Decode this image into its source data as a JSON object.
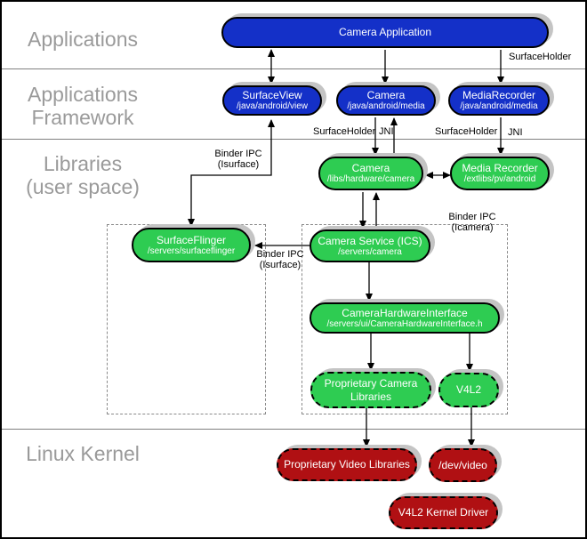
{
  "sections": {
    "applications": "Applications",
    "framework_line1": "Applications",
    "framework_line2": "Framework",
    "libraries_line1": "Libraries",
    "libraries_line2": "(user space)",
    "kernel": "Linux Kernel"
  },
  "boxes": {
    "camera_application": {
      "title": "Camera Application"
    },
    "surface_view": {
      "title": "SurfaceView",
      "subtitle": "/java/android/view"
    },
    "camera_java": {
      "title": "Camera",
      "subtitle": "/java/android/media"
    },
    "media_recorder_java": {
      "title": "MediaRecorder",
      "subtitle": "/java/android/media"
    },
    "camera_lib": {
      "title": "Camera",
      "subtitle": "/libs/hardware/camera"
    },
    "media_recorder_lib": {
      "title": "Media Recorder",
      "subtitle": "/extlibs/pv/android"
    },
    "surface_flinger": {
      "title": "SurfaceFlinger",
      "subtitle": "/servers/surfaceflinger"
    },
    "camera_service": {
      "title": "Camera Service (ICS)",
      "subtitle": "/servers/camera"
    },
    "camera_hardware_interface": {
      "title": "CameraHardwareInterface",
      "subtitle": "/servers/ui/CameraHardwareInterface.h"
    },
    "proprietary_camera_libraries": {
      "title": "Proprietary Camera Libraries"
    },
    "v4l2": {
      "title": "V4L2"
    },
    "proprietary_video_libraries": {
      "title": "Proprietary Video Libraries"
    },
    "dev_video": {
      "title": "/dev/video"
    },
    "v4l2_kernel_driver": {
      "title": "V4L2 Kernel Driver"
    }
  },
  "edge_labels": {
    "surface_holder_top": "SurfaceHolder",
    "binder_ipc_isurface_top_line1": "Binder IPC",
    "binder_ipc_isurface_top_line2": "(Isurface)",
    "surface_holder_camera": "SurfaceHolder",
    "jni_camera": "JNI",
    "surface_holder_media": "SurfaceHolder",
    "jni_media": "JNI",
    "binder_ipc_icamera_line1": "Binder IPC",
    "binder_ipc_icamera_line2": "(Icamera)",
    "binder_ipc_isurface_mid_line1": "Binder IPC",
    "binder_ipc_isurface_mid_line2": "(Isurface)"
  },
  "colors": {
    "blue": "#1430C8",
    "green": "#2ECC52",
    "red": "#B01013",
    "shadow": "#C4C4C4",
    "section_label": "#9A9A9A"
  }
}
